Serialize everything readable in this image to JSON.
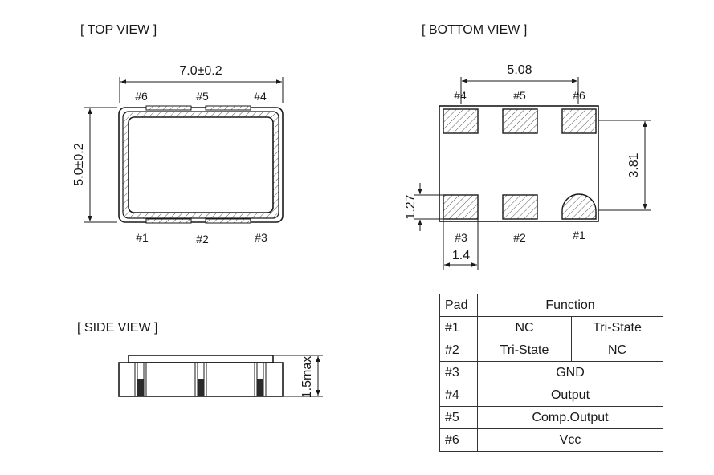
{
  "views": {
    "top": {
      "title": "[ TOP VIEW ]",
      "width_dim": "7.0±0.2",
      "height_dim": "5.0±0.2",
      "pins_top": [
        "#6",
        "#5",
        "#4"
      ],
      "pins_bottom": [
        "#1",
        "#2",
        "#3"
      ]
    },
    "bottom": {
      "title": "[ BOTTOM VIEW ]",
      "pitch_dim": "5.08",
      "row_dim": "3.81",
      "pad_height_dim": "1.27",
      "pad_width_dim": "1.4",
      "pins_top": [
        "#4",
        "#5",
        "#6"
      ],
      "pins_bottom": [
        "#3",
        "#2",
        "#1"
      ]
    },
    "side": {
      "title": "[ SIDE VIEW ]",
      "height_dim": "1.5max"
    }
  },
  "pin_table": {
    "header": {
      "pad": "Pad",
      "function": "Function"
    },
    "rows": [
      {
        "pad": "#1",
        "a": "NC",
        "b": "Tri-State"
      },
      {
        "pad": "#2",
        "a": "Tri-State",
        "b": "NC"
      },
      {
        "pad": "#3",
        "function": "GND"
      },
      {
        "pad": "#4",
        "function": "Output"
      },
      {
        "pad": "#5",
        "function": "Comp.Output"
      },
      {
        "pad": "#6",
        "function": "Vcc"
      }
    ]
  }
}
